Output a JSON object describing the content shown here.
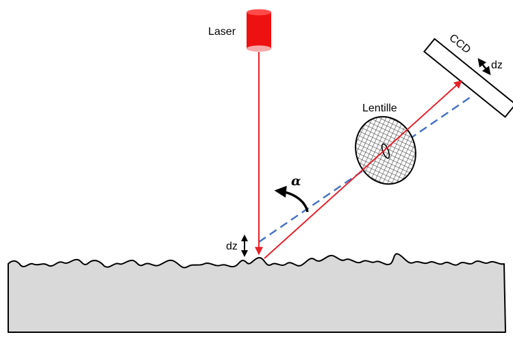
{
  "labels": {
    "laser": "Laser",
    "ccd": "CCD",
    "ccd_dz": "dz",
    "lens": "Lentille",
    "angle": "α",
    "surface_dz": "dz"
  },
  "colors": {
    "laser_body": "#ee1111",
    "laser_aperture": "#f7a8a8",
    "beam": "#e8202a",
    "optical_axis": "#4472c4",
    "surface_fill": "#d9d9d9",
    "outline": "#000000"
  },
  "icons": {
    "laser": "laser-emitter-icon",
    "lens": "hatched-lens-icon",
    "ccd": "ccd-sensor-icon"
  }
}
